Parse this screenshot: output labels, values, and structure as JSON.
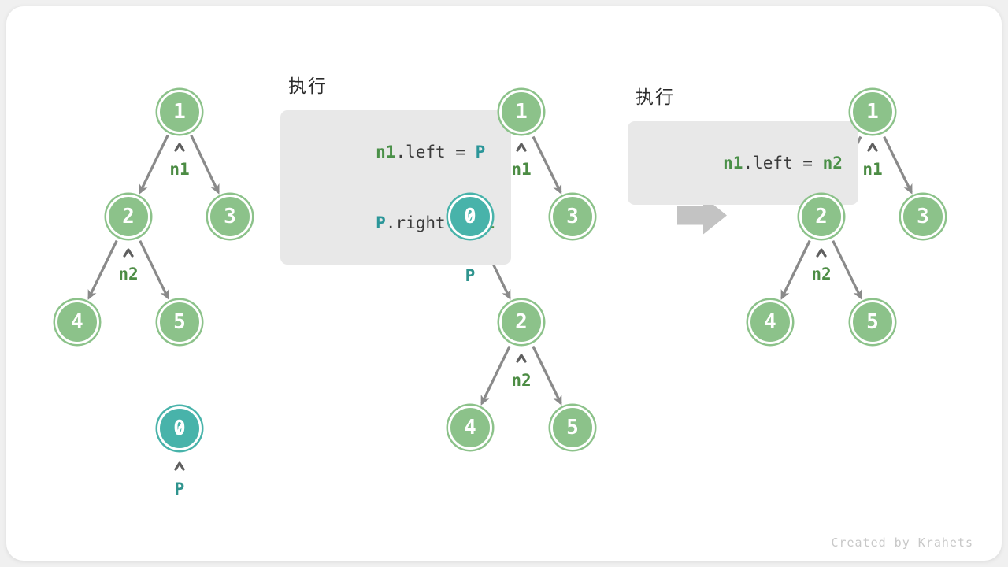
{
  "exec_blocks": [
    {
      "title": "执行",
      "lines": [
        {
          "tokens": [
            {
              "text": "n1",
              "color": "green"
            },
            {
              "text": ".left = ",
              "color": "plain"
            },
            {
              "text": "P",
              "color": "teal"
            }
          ]
        },
        {
          "tokens": [
            {
              "text": "P",
              "color": "teal"
            },
            {
              "text": ".right = ",
              "color": "plain"
            },
            {
              "text": "n2",
              "color": "green"
            }
          ]
        }
      ]
    },
    {
      "title": "执行",
      "lines": [
        {
          "tokens": [
            {
              "text": "n1",
              "color": "green"
            },
            {
              "text": ".left = ",
              "color": "plain"
            },
            {
              "text": "n2",
              "color": "green"
            }
          ]
        }
      ]
    }
  ],
  "trees": [
    {
      "name": "initial-tree",
      "nodes": [
        {
          "value": "1",
          "variant": "green"
        },
        {
          "value": "2",
          "variant": "green"
        },
        {
          "value": "3",
          "variant": "green"
        },
        {
          "value": "4",
          "variant": "green"
        },
        {
          "value": "5",
          "variant": "green"
        },
        {
          "value": "0",
          "variant": "teal"
        }
      ],
      "pointers": [
        {
          "label": "n1",
          "color": "green"
        },
        {
          "label": "n2",
          "color": "green"
        },
        {
          "label": "P",
          "color": "teal"
        }
      ]
    },
    {
      "name": "tree-after-insert-p",
      "nodes": [
        {
          "value": "1",
          "variant": "green"
        },
        {
          "value": "0",
          "variant": "teal"
        },
        {
          "value": "3",
          "variant": "green"
        },
        {
          "value": "2",
          "variant": "green"
        },
        {
          "value": "4",
          "variant": "green"
        },
        {
          "value": "5",
          "variant": "green"
        }
      ],
      "pointers": [
        {
          "label": "n1",
          "color": "green"
        },
        {
          "label": "P",
          "color": "teal"
        },
        {
          "label": "n2",
          "color": "green"
        }
      ]
    },
    {
      "name": "tree-after-remove-p",
      "nodes": [
        {
          "value": "1",
          "variant": "green"
        },
        {
          "value": "2",
          "variant": "green"
        },
        {
          "value": "3",
          "variant": "green"
        },
        {
          "value": "4",
          "variant": "green"
        },
        {
          "value": "5",
          "variant": "green"
        }
      ],
      "pointers": [
        {
          "label": "n1",
          "color": "green"
        },
        {
          "label": "n2",
          "color": "green"
        }
      ]
    }
  ],
  "watermark": "Created by Krahets",
  "colors": {
    "page_bg": "#F0F0F0",
    "card_bg": "#FFFFFF",
    "node_green": "#8CC28A",
    "node_teal": "#48B3AA",
    "pointer_green": "#4C8C44",
    "pointer_teal": "#2F948E",
    "code_green": "#4A9048",
    "code_teal": "#2B9699",
    "code_plain": "#3B3B3B",
    "code_bg": "#E8E8E8",
    "exec_title": "#2B2B2B",
    "edge": "#8A8A8A",
    "caret": "#5F5F5F",
    "big_arrow": "#C3C3C3",
    "watermark": "#C8C8C8"
  }
}
